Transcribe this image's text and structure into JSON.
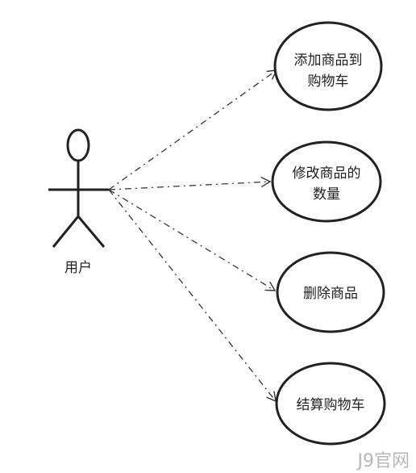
{
  "actor": {
    "label": "用户"
  },
  "use_cases": [
    {
      "lines": [
        "添加商品到",
        "购物车"
      ]
    },
    {
      "lines": [
        "修改商品的",
        "数量"
      ]
    },
    {
      "lines": [
        "删除商品"
      ]
    },
    {
      "lines": [
        "结算购物车"
      ]
    }
  ],
  "watermark": "J9官网",
  "colors": {
    "stroke": "#222222",
    "edge": "#333333",
    "watermark": "#b8b8b8"
  }
}
